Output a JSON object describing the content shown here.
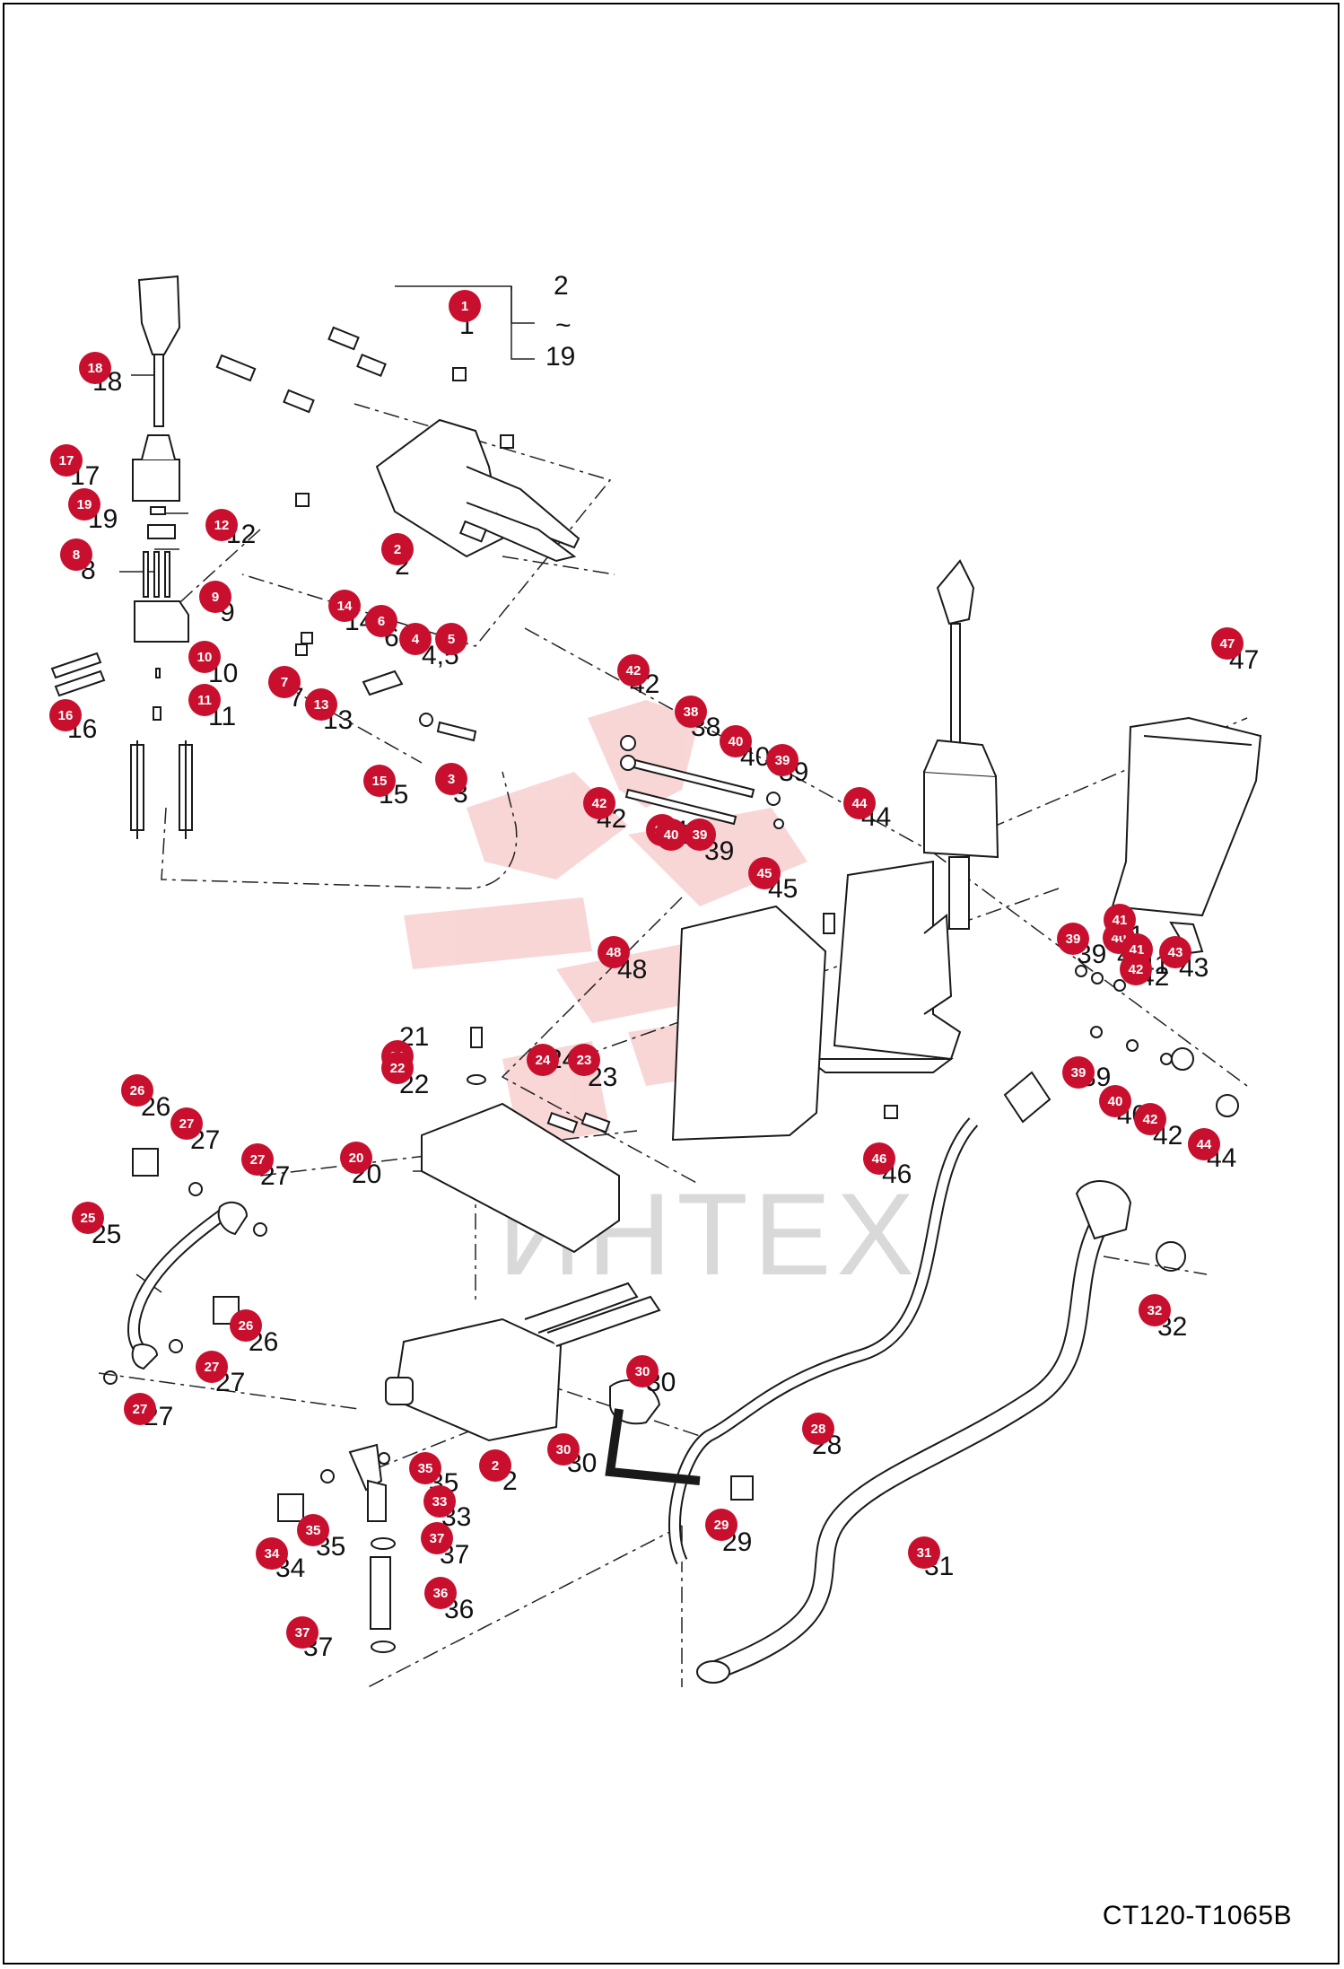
{
  "title": "",
  "drawing_code": "CT120-T1065B",
  "watermark_text": "ИНТЕХ",
  "colors": {
    "callout": "#c8102e",
    "line": "#1a1a1a",
    "watermark_red": "#f7c9c9",
    "watermark_text": "#d9d9d9"
  },
  "bracket": {
    "top": "2",
    "middle": "~",
    "bottom": "19"
  },
  "callouts": [
    {
      "n": "1",
      "label": "1"
    },
    {
      "n": "2",
      "label": "2"
    },
    {
      "n": "2",
      "label": "2"
    },
    {
      "n": "3",
      "label": "3"
    },
    {
      "n": "4",
      "label": "4,5"
    },
    {
      "n": "5",
      "label": ""
    },
    {
      "n": "6",
      "label": "6"
    },
    {
      "n": "7",
      "label": "7"
    },
    {
      "n": "8",
      "label": "8"
    },
    {
      "n": "9",
      "label": "9"
    },
    {
      "n": "10",
      "label": "10"
    },
    {
      "n": "11",
      "label": "11"
    },
    {
      "n": "12",
      "label": "12"
    },
    {
      "n": "13",
      "label": "13"
    },
    {
      "n": "14",
      "label": "14"
    },
    {
      "n": "15",
      "label": "15"
    },
    {
      "n": "16",
      "label": "16"
    },
    {
      "n": "17",
      "label": "17"
    },
    {
      "n": "18",
      "label": "18"
    },
    {
      "n": "19",
      "label": "19"
    },
    {
      "n": "20",
      "label": "20"
    },
    {
      "n": "21",
      "label": "21"
    },
    {
      "n": "22",
      "label": "22"
    },
    {
      "n": "23",
      "label": "23"
    },
    {
      "n": "24",
      "label": "24"
    },
    {
      "n": "25",
      "label": "25"
    },
    {
      "n": "26",
      "label": "26"
    },
    {
      "n": "26",
      "label": "26"
    },
    {
      "n": "27",
      "label": "27"
    },
    {
      "n": "27",
      "label": "27"
    },
    {
      "n": "27",
      "label": "27"
    },
    {
      "n": "27",
      "label": "27"
    },
    {
      "n": "28",
      "label": "28"
    },
    {
      "n": "29",
      "label": "29"
    },
    {
      "n": "30",
      "label": "30"
    },
    {
      "n": "30",
      "label": "30"
    },
    {
      "n": "31",
      "label": "31"
    },
    {
      "n": "32",
      "label": "32"
    },
    {
      "n": "33",
      "label": "33"
    },
    {
      "n": "34",
      "label": "34"
    },
    {
      "n": "35",
      "label": "35"
    },
    {
      "n": "35",
      "label": "35"
    },
    {
      "n": "36",
      "label": "36"
    },
    {
      "n": "37",
      "label": "37"
    },
    {
      "n": "37",
      "label": "37"
    },
    {
      "n": "38",
      "label": "38"
    },
    {
      "n": "38",
      "label": "38"
    },
    {
      "n": "39",
      "label": "39"
    },
    {
      "n": "39",
      "label": "39"
    },
    {
      "n": "39",
      "label": "39"
    },
    {
      "n": "39",
      "label": "39"
    },
    {
      "n": "40",
      "label": "40"
    },
    {
      "n": "40",
      "label": "40"
    },
    {
      "n": "40",
      "label": "40"
    },
    {
      "n": "40",
      "label": "40"
    },
    {
      "n": "41",
      "label": "41"
    },
    {
      "n": "41",
      "label": "41"
    },
    {
      "n": "42",
      "label": "42"
    },
    {
      "n": "42",
      "label": "42"
    },
    {
      "n": "42",
      "label": "42"
    },
    {
      "n": "42",
      "label": "42"
    },
    {
      "n": "43",
      "label": "43"
    },
    {
      "n": "44",
      "label": "44"
    },
    {
      "n": "44",
      "label": "44"
    },
    {
      "n": "45",
      "label": "45"
    },
    {
      "n": "46",
      "label": "46"
    },
    {
      "n": "47",
      "label": "47"
    },
    {
      "n": "48",
      "label": "48"
    }
  ]
}
